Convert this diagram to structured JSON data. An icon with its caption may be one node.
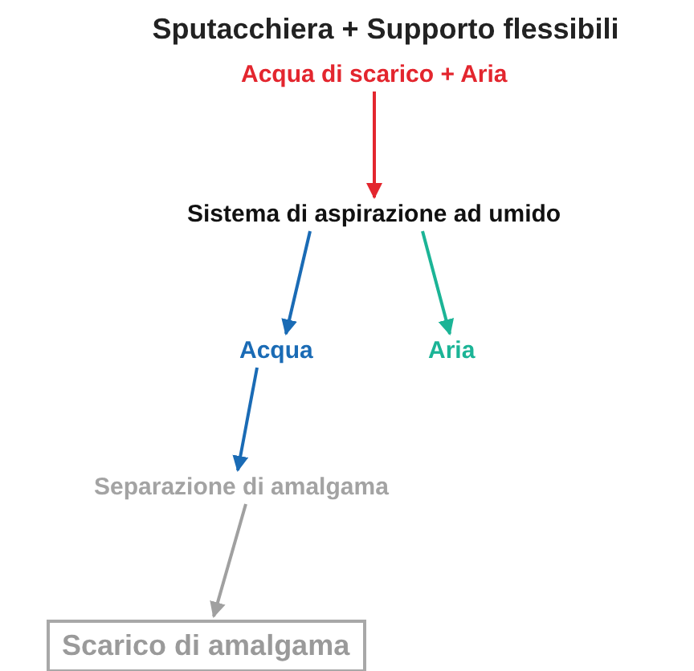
{
  "diagram": {
    "title": "Sputacchiera + Supporto flessibili",
    "nodes": [
      {
        "text": [
          "Acqua di scarico + Aria"
        ]
      },
      {
        "text": [
          "Sistema di aspirazione ad umido"
        ]
      },
      {
        "text": [
          "Acqua"
        ]
      },
      {
        "text": [
          "Aria"
        ]
      },
      {
        "text": [
          "Separazione di amalgama"
        ]
      },
      {
        "text": [
          "Scarico di amalgama"
        ]
      }
    ],
    "edges": [
      {
        "from": 0,
        "to": 1,
        "arrow": "to",
        "color": "#e3262e"
      },
      {
        "from": 1,
        "to": 2,
        "arrow": "to",
        "color": "#1a6bb5"
      },
      {
        "from": 1,
        "to": 3,
        "arrow": "to",
        "color": "#1bb496"
      },
      {
        "from": 2,
        "to": 4,
        "arrow": "to",
        "color": "#1a6bb5"
      },
      {
        "from": 4,
        "to": 5,
        "arrow": "to",
        "color": "#a0a0a0"
      }
    ]
  }
}
